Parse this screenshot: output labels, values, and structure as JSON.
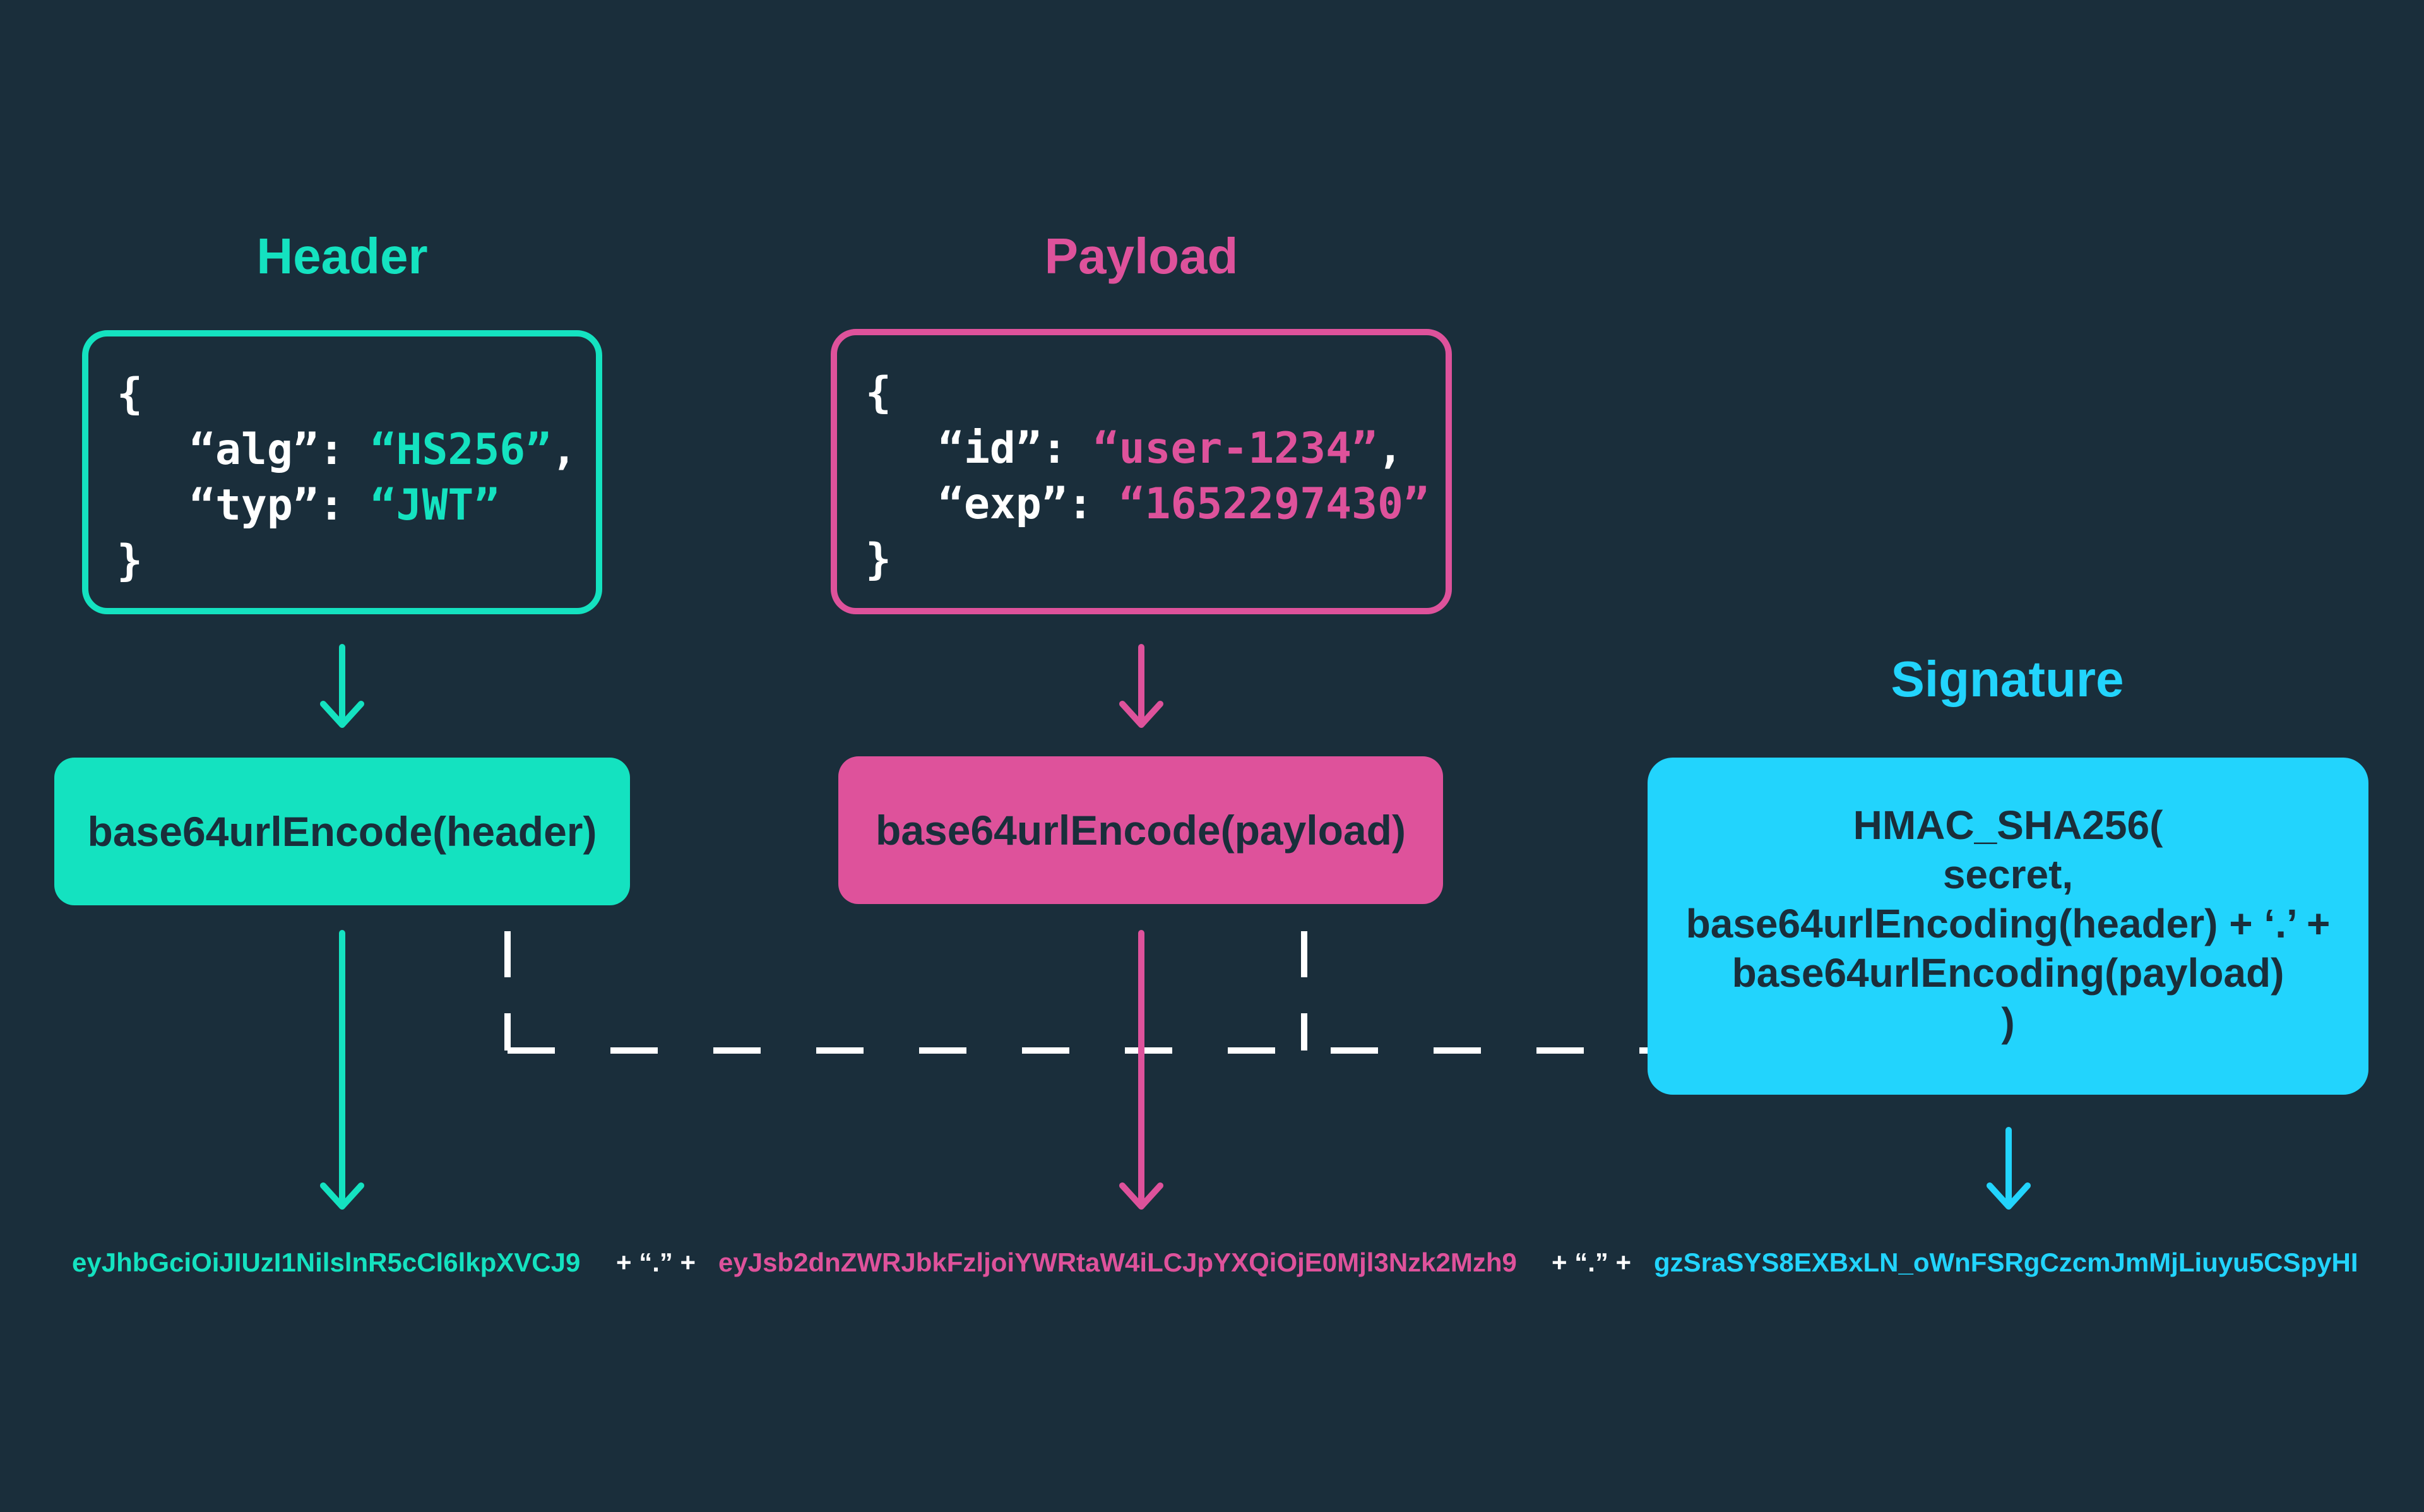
{
  "colors": {
    "background": "#1a2e3b",
    "header": "#14e2c0",
    "payload": "#de529b",
    "signature": "#22d4fd",
    "white": "#ffffff"
  },
  "header": {
    "title": "Header",
    "code": {
      "open": "{",
      "line1_key": "“alg”:",
      "line1_val": "“HS256”",
      "line1_end": ",",
      "line2_key": "“typ”:",
      "line2_val": "“JWT”",
      "close": "}"
    },
    "encode_label": "base64urlEncode(header)",
    "token": "eyJhbGciOiJIUzI1NilslnR5cCl6lkpXVCJ9"
  },
  "payload": {
    "title": "Payload",
    "code": {
      "open": "{",
      "line1_key": "“id”:",
      "line1_val": "“user-1234”",
      "line1_end": ",",
      "line2_key": "“exp”:",
      "line2_val": "“1652297430”",
      "close": "}"
    },
    "encode_label": "base64urlEncode(payload)",
    "token": "eyJsb2dnZWRJbkFzljoiYWRtaW4iLCJpYXQiOjE0Mjl3Nzk2Mzh9"
  },
  "signature": {
    "title": "Signature",
    "lines": [
      "HMAC_SHA256(",
      "secret,",
      "base64urlEncoding(header) + ‘.’ +",
      "base64urlEncoding(payload)",
      ")"
    ],
    "token": "gzSraSYS8EXBxLN_oWnFSRgCzcmJmMjLiuyu5CSpyHI"
  },
  "separators": {
    "first": "+ “.” +",
    "second": "+ “.” +"
  }
}
